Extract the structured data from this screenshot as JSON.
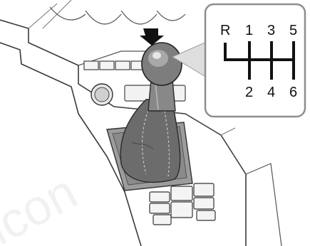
{
  "figure": {
    "watermark": "icon",
    "inset": {
      "gear_labels": {
        "top": [
          "R",
          "1",
          "3",
          "5"
        ],
        "bottom": [
          "2",
          "4",
          "6"
        ]
      }
    }
  }
}
